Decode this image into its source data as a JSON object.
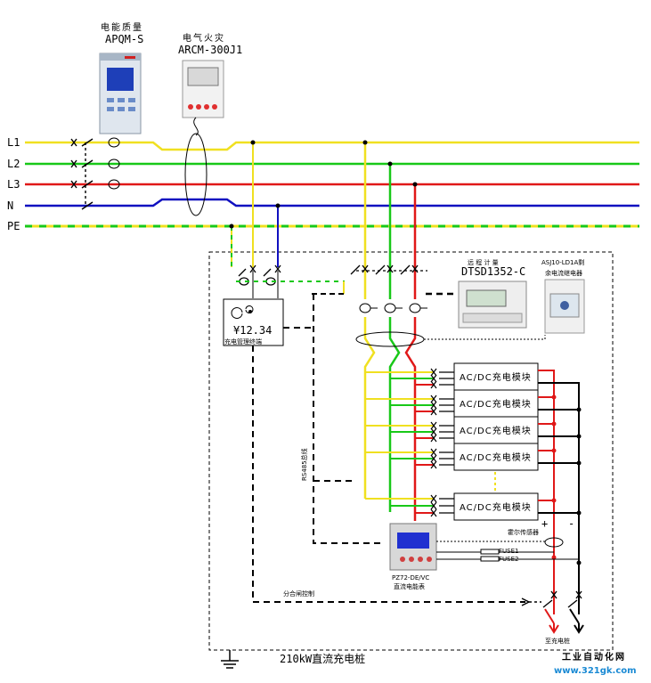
{
  "lines": {
    "l1": "L1",
    "l2": "L2",
    "l3": "L3",
    "n": "N",
    "pe": "PE"
  },
  "devices": {
    "power_quality": {
      "title": "电能质量",
      "model": "APQM-S"
    },
    "fire_alarm": {
      "title": "电气火灾",
      "model": "ARCM-300J1"
    },
    "meter": {
      "title": "远 程 计 量",
      "model": "DTSD1352-C"
    },
    "relay": {
      "title": "ASJ10-LD1A剩",
      "subtitle": "余电流继电器"
    },
    "billing": {
      "display": "¥12.34",
      "label": "充电管理终端"
    },
    "dc_meter": {
      "model": "PZ72-DE/VC",
      "label": "直流电能表"
    }
  },
  "modules": [
    "AC/DC充电模块",
    "AC/DC充电模块",
    "AC/DC充电模块",
    "AC/DC充电模块",
    "AC/DC充电模块"
  ],
  "labels": {
    "rs485": "RS485总线",
    "dc_sensor": "霍尔传感器",
    "fuse1": "FUSE1",
    "fuse2": "FUSE2",
    "breaker_control": "分合闸控制",
    "to_pile": "至充电桩",
    "plus": "+",
    "minus": "-",
    "system_title": "210kW直流充电桩"
  },
  "watermark": {
    "name": "工业自动化网",
    "url": "www.321gk.com"
  },
  "colors": {
    "l1": "#f0e020",
    "l2": "#18c818",
    "l3": "#e01818",
    "n": "#1010c0",
    "pe_yellow": "#f0e020",
    "pe_green": "#18c818"
  }
}
